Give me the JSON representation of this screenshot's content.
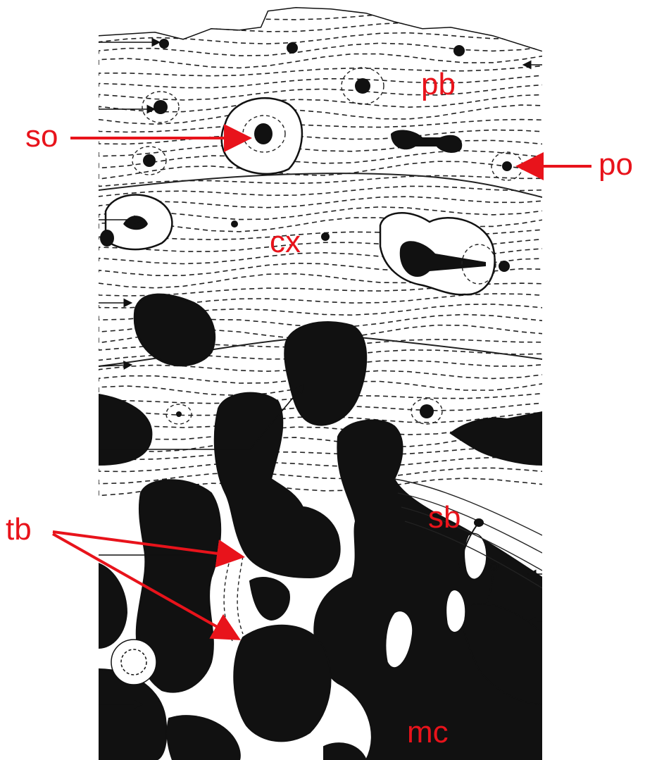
{
  "labels": {
    "pb": "pb",
    "so": "so",
    "po": "po",
    "cx": "cx",
    "sb": "sb",
    "tb": "tb",
    "mc": "mc"
  },
  "colors": {
    "label": "#e8131b",
    "ink": "#111111",
    "paper": "#ffffff"
  }
}
